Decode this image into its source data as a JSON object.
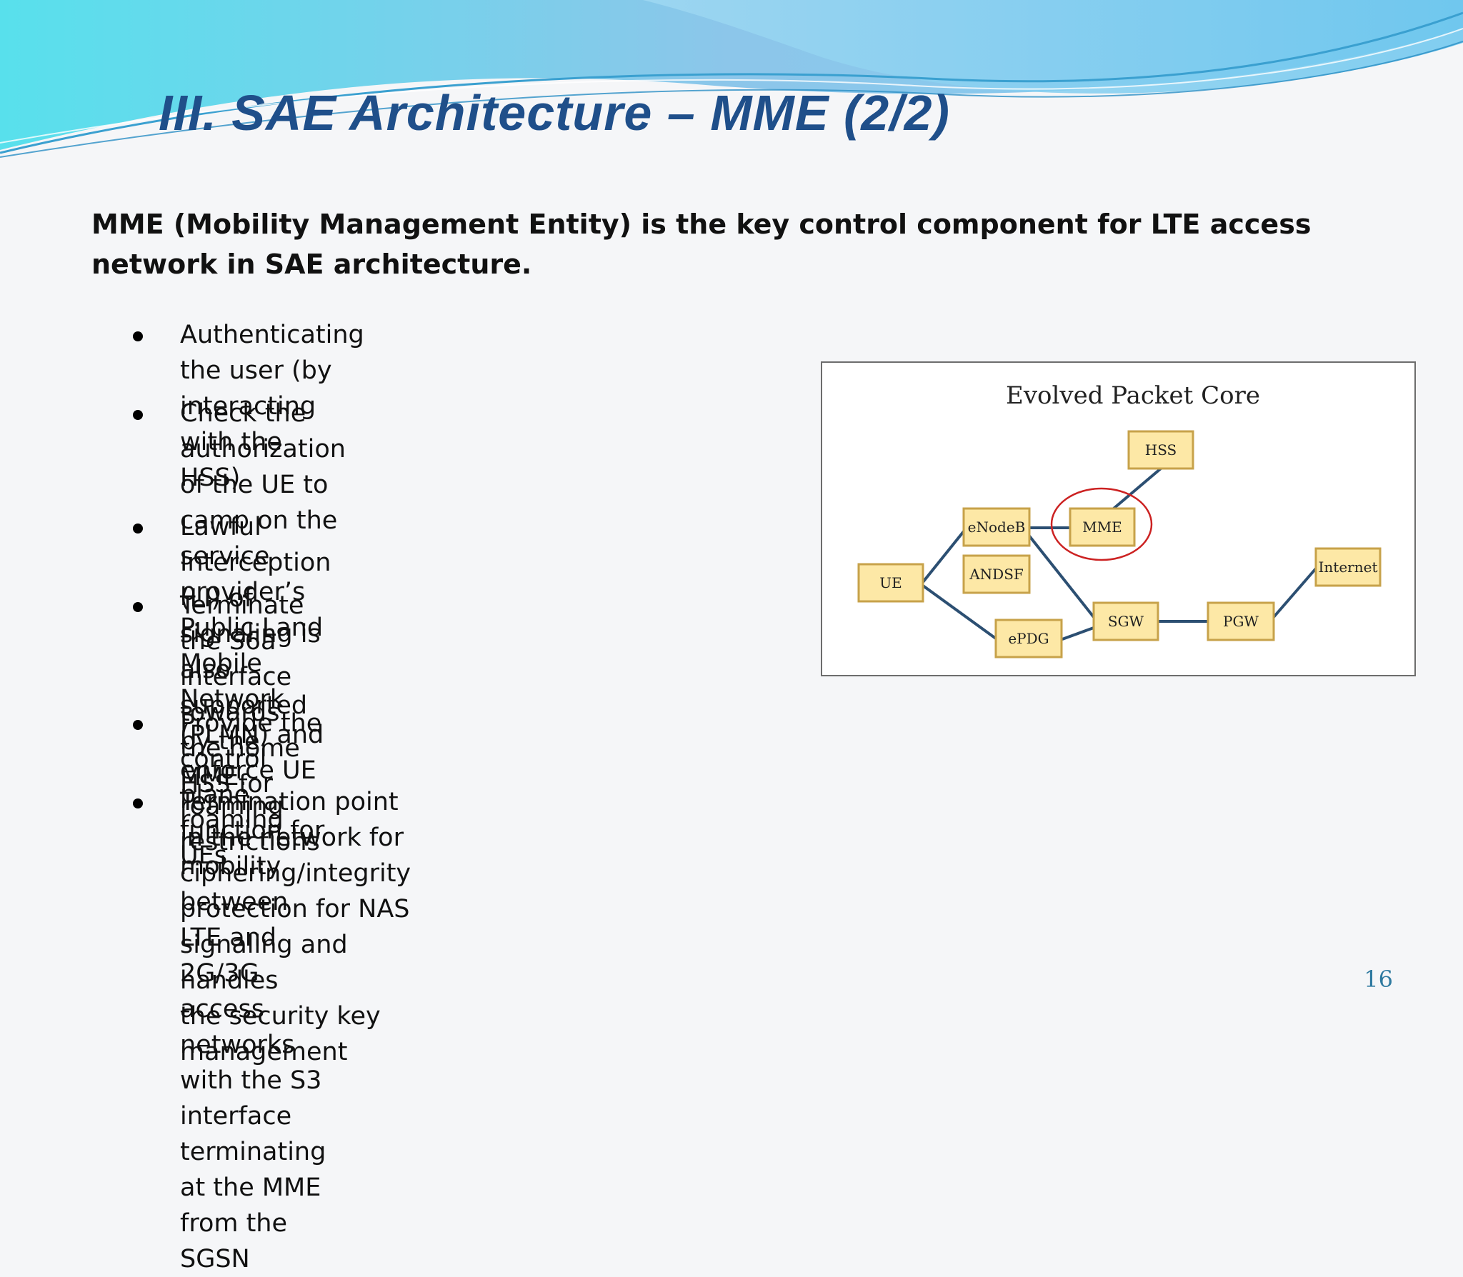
{
  "slide": {
    "title": "III. SAE Architecture – MME (2/2)",
    "intro": "MME (Mobility Management Entity) is the key control component  for LTE access network in SAE architecture.",
    "bullets": [
      {
        "lines": [
          "Authenticating the user (by interacting with the",
          "HSS)"
        ]
      },
      {
        "lines": [
          "Check the authorization of the UE to camp on the",
          "service provider’s Public Land Mobile Network",
          "(PLMN) and enforce UE roaming restrictions"
        ]
      },
      {
        "lines": [
          "Lawful Interception (LI) of signaling is also",
          "supported by the MME."
        ]
      },
      {
        "lines": [
          "Terminate the S6a interface towards the home",
          "HSS for roaming UEs"
        ]
      },
      {
        "lines": [
          "Provide the control plane function for mobility between LTE and 2G/3G access networks with the S3",
          "interface terminating at the MME from the SGSN"
        ]
      },
      {
        "lines": [
          "Termination point in the network for ciphering/integrity protection for NAS signaling and handles",
          "the security key management"
        ]
      }
    ],
    "page_number": "16"
  },
  "diagram": {
    "title": "Evolved Packet Core",
    "nodes": {
      "hss": "HSS",
      "enodeb": "eNodeB",
      "mme": "MME",
      "andsf": "ANDSF",
      "ue": "UE",
      "internet": "Internet",
      "sgw": "SGW",
      "pgw": "PGW",
      "epdg": "ePDG"
    },
    "highlighted_node": "MME",
    "colors": {
      "node_fill": "#fde8a6",
      "node_border": "#c7a24a",
      "link": "#2c4f72",
      "highlight": "#cc2222"
    }
  },
  "theme": {
    "title_color": "#1f4f8a",
    "wave_colors": [
      "#55d4ea",
      "#7fc9ee",
      "#4aa6dc"
    ]
  }
}
